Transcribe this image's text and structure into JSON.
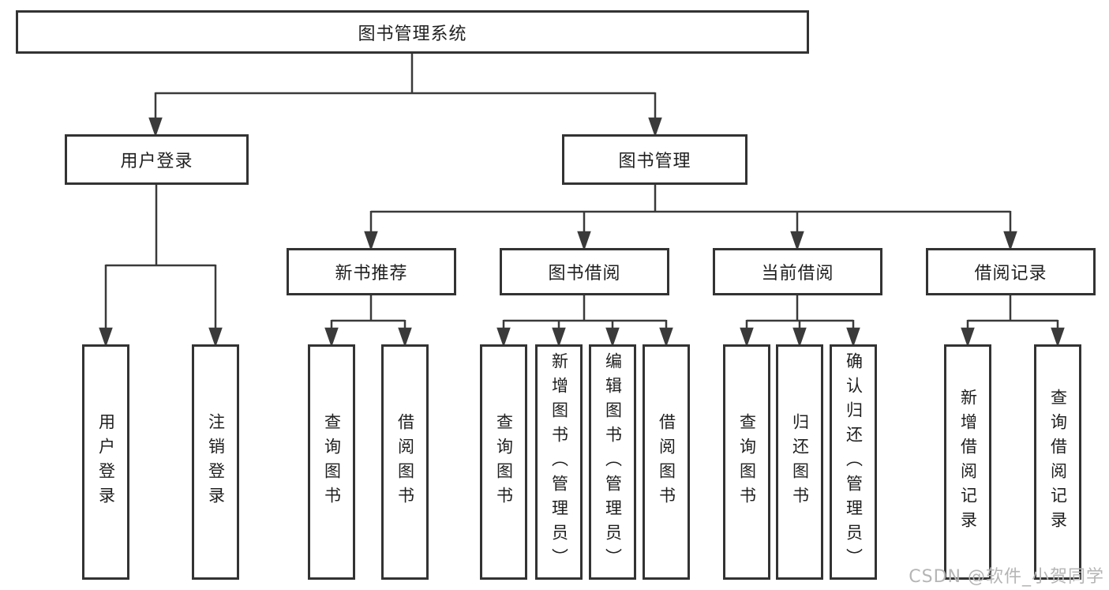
{
  "diagram_type": "hierarchy-chart",
  "tree": {
    "label": "图书管理系统",
    "children": [
      {
        "label": "用户登录",
        "children": [
          {
            "label": "用户登录"
          },
          {
            "label": "注销登录"
          }
        ]
      },
      {
        "label": "图书管理",
        "children": [
          {
            "label": "新书推荐",
            "children": [
              {
                "label": "查询图书"
              },
              {
                "label": "借阅图书"
              }
            ]
          },
          {
            "label": "图书借阅",
            "children": [
              {
                "label": "查询图书"
              },
              {
                "label": "新增图书（管理员）"
              },
              {
                "label": "编辑图书（管理员）"
              },
              {
                "label": "借阅图书"
              }
            ]
          },
          {
            "label": "当前借阅",
            "children": [
              {
                "label": "查询图书"
              },
              {
                "label": "归还图书"
              },
              {
                "label": "确认归还（管理员）"
              }
            ]
          },
          {
            "label": "借阅记录",
            "children": [
              {
                "label": "新增借阅记录"
              },
              {
                "label": "查询借阅记录"
              }
            ]
          }
        ]
      }
    ]
  },
  "watermark": {
    "text": "CSDN @软件_小贺同学"
  },
  "colors": {
    "background": "#ffffff",
    "box_border": "#333333",
    "connector": "#3a3a3a",
    "text": "#1f1f1f",
    "watermark": "#b5b5b5"
  }
}
